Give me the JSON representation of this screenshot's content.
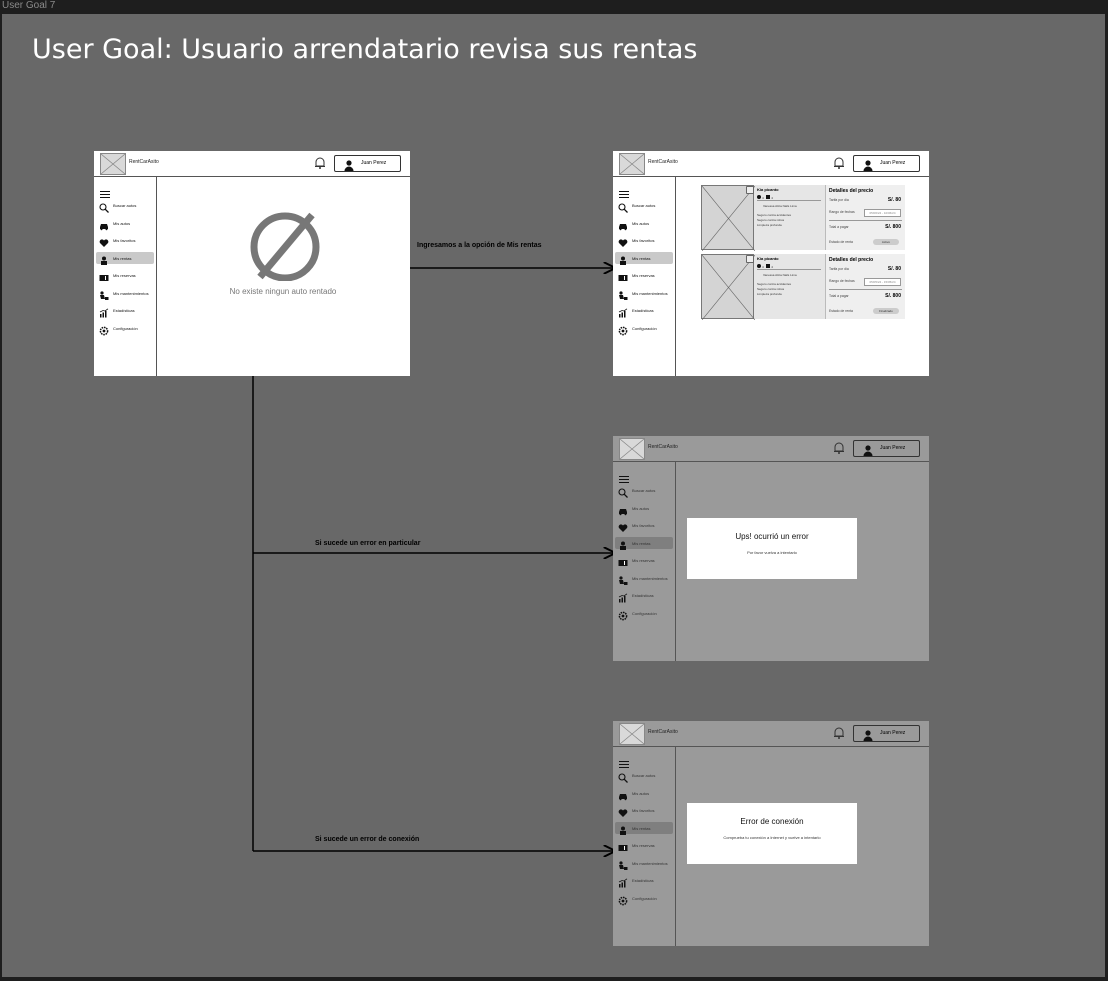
{
  "frame_label": "User Goal 7",
  "title": "User Goal: Usuario arrendatario revisa sus rentas",
  "app": {
    "brand": "RentCarAsito",
    "user_name": "Juan Perez"
  },
  "sidebar": {
    "items": [
      {
        "label": "Buscar autos",
        "icon": "search-icon"
      },
      {
        "label": "Mis autos",
        "icon": "car-icon"
      },
      {
        "label": "Mis favoritos",
        "icon": "heart-icon"
      },
      {
        "label": "Mis rentas",
        "icon": "driver-icon"
      },
      {
        "label": "Mis reservas",
        "icon": "ticket-icon"
      },
      {
        "label": "Mis mantenimientos",
        "icon": "mechanic-icon"
      },
      {
        "label": "Estadísticas",
        "icon": "chart-icon"
      },
      {
        "label": "Configuración",
        "icon": "gear-icon"
      }
    ]
  },
  "empty_state": {
    "message": "No existe ningun auto rentado"
  },
  "flows": {
    "to_rentals": "Ingresamos a la opción de Mis rentas",
    "particular_error": "Si sucede un error en particular",
    "connection_error": "Si sucede un error de conexión"
  },
  "rentals": [
    {
      "car_name": "Kia picanto",
      "seats": "4",
      "fuel": "4",
      "owner": "Vanessa Alcía Nails Lima",
      "features": [
        "Seguro contra accidentes",
        "Seguro contra robos",
        "Limpieza profunda"
      ],
      "price_title": "Detalles del precio",
      "rate_label": "Tarifa por día",
      "rate_value": "S/. 80",
      "dates_label": "Rango de fechas",
      "dates_value": "05/06/24 - 10/06/24",
      "total_label": "Total a pagar",
      "total_value": "S/. 800",
      "status_label": "Estado de renta",
      "status_value": "Activo"
    },
    {
      "car_name": "Kia picanto",
      "seats": "4",
      "fuel": "4",
      "owner": "Vanessa Alcía Nails Lima",
      "features": [
        "Seguro contra accidentes",
        "Seguro contra robos",
        "Limpieza profunda"
      ],
      "price_title": "Detalles del precio",
      "rate_label": "Tarifa por día",
      "rate_value": "S/. 80",
      "dates_label": "Rango de fechas",
      "dates_value": "05/05/24 - 15/05/24",
      "total_label": "Total a pagar",
      "total_value": "S/. 800",
      "status_label": "Estado de renta",
      "status_value": "Finalizado"
    }
  ],
  "error_modal": {
    "title": "Ups! ocurrió un error",
    "message": "Por favor vuelva a intentarlo"
  },
  "connection_modal": {
    "title": "Error de conexión",
    "message": "Comprueba tu conexión a Internet y vuelve a intentarlo"
  }
}
